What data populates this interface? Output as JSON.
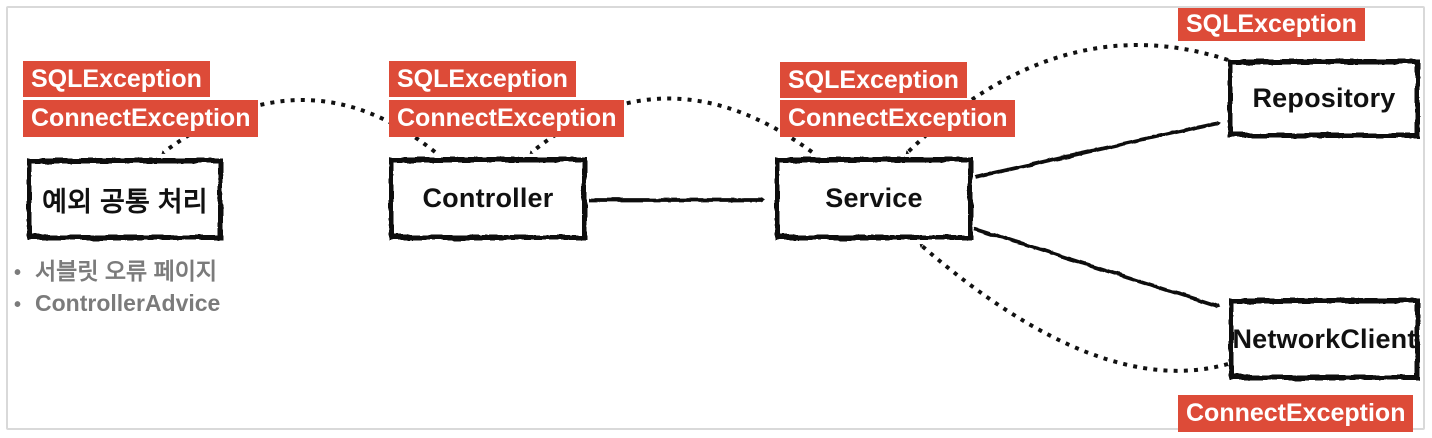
{
  "boxes": [
    {
      "id": "exception-common-handler",
      "label": "예외 공통 처리"
    },
    {
      "id": "controller",
      "label": "Controller"
    },
    {
      "id": "service",
      "label": "Service"
    },
    {
      "id": "repository",
      "label": "Repository"
    },
    {
      "id": "network-client",
      "label": "NetworkClient"
    }
  ],
  "exception_labels": [
    {
      "target": "exception-common-handler",
      "text": "SQLException"
    },
    {
      "target": "exception-common-handler",
      "text": "ConnectException"
    },
    {
      "target": "controller",
      "text": "SQLException"
    },
    {
      "target": "controller",
      "text": "ConnectException"
    },
    {
      "target": "service",
      "text": "SQLException"
    },
    {
      "target": "service",
      "text": "ConnectException"
    },
    {
      "target": "repository",
      "text": "SQLException"
    },
    {
      "target": "network-client",
      "text": "ConnectException"
    }
  ],
  "notes": [
    {
      "text": "서블릿 오류 페이지"
    },
    {
      "text": "ControllerAdvice"
    }
  ],
  "colors": {
    "label_background": "#dd4b38",
    "label_text": "#ffffff",
    "line": "#111111",
    "note_text": "#7b7b7b",
    "frame_border": "#d9d9d9",
    "background": "#ffffff"
  }
}
